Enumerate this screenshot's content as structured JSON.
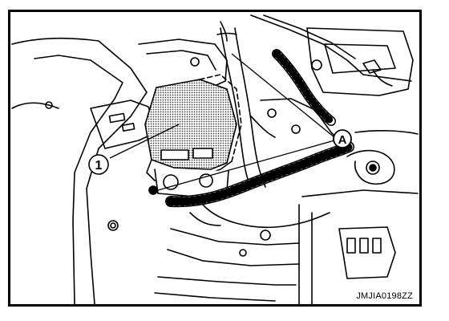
{
  "figure": {
    "code": "JMJIA0198ZZ",
    "callouts": [
      {
        "id": "part-1",
        "label": "1"
      },
      {
        "id": "point-a",
        "label": "A"
      }
    ],
    "colors": {
      "line": "#000000",
      "background": "#ffffff",
      "hatch": "#555555"
    }
  }
}
